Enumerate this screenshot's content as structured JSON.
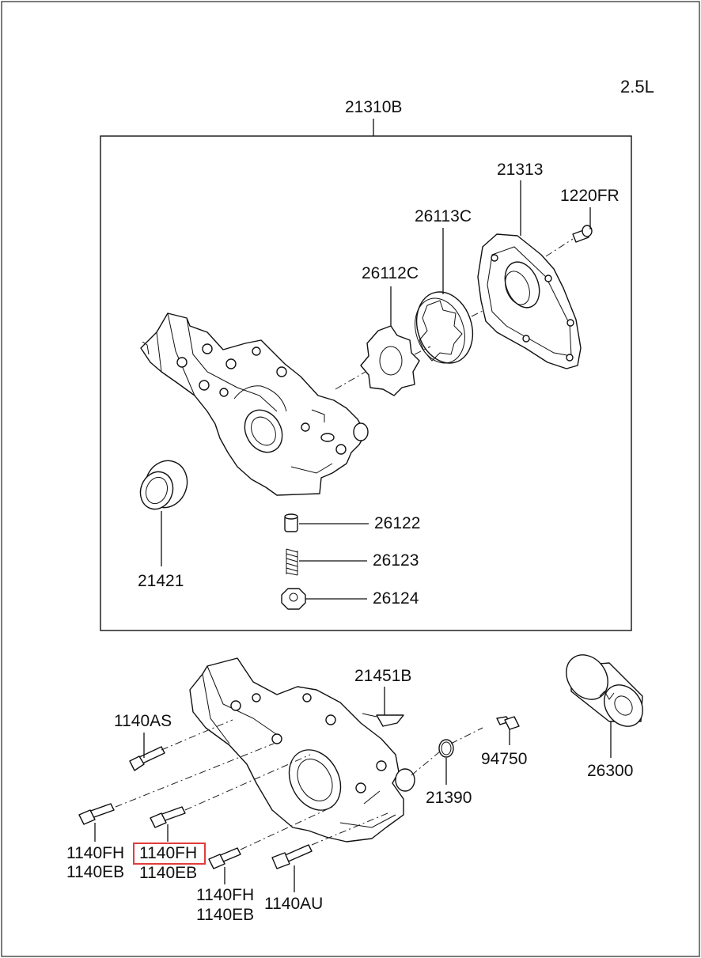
{
  "engine_label": "2.5L",
  "assembly": {
    "part_no": "21310B",
    "parts": [
      {
        "id": "21313",
        "label": "21313"
      },
      {
        "id": "1220FR",
        "label": "1220FR"
      },
      {
        "id": "26113C",
        "label": "26113C"
      },
      {
        "id": "26112C",
        "label": "26112C"
      },
      {
        "id": "21421",
        "label": "21421"
      },
      {
        "id": "26122",
        "label": "26122"
      },
      {
        "id": "26123",
        "label": "26123"
      },
      {
        "id": "26124",
        "label": "26124"
      }
    ]
  },
  "outside_parts": {
    "p21451B": "21451B",
    "p1140AS": "1140AS",
    "p94750": "94750",
    "p26300": "26300",
    "p21390": "21390",
    "left_bolt": [
      "1140FH",
      "1140EB"
    ],
    "highlight_bolt": [
      "1140FH",
      "1140EB"
    ],
    "lower_bolt": [
      "1140FH",
      "1140EB"
    ],
    "p1140AU": "1140AU"
  },
  "highlight": {
    "part": "1140FH",
    "color": "#e23b3b"
  }
}
